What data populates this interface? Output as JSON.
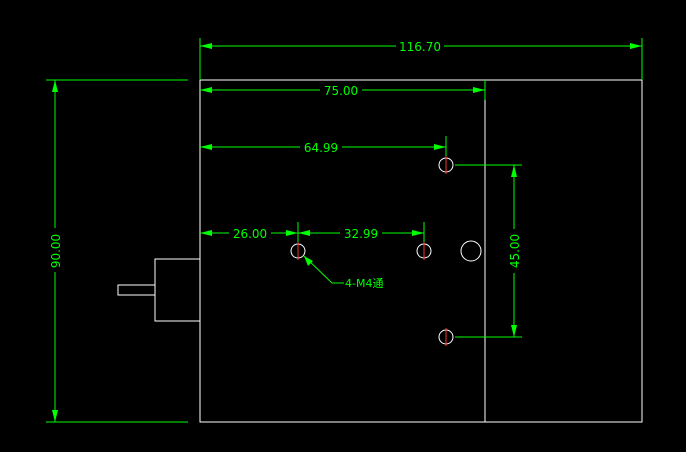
{
  "dimensions": {
    "overall_width": "116.70",
    "body_width": "75.00",
    "hole_to_hole_row": "64.99",
    "left_to_first_hole": "26.00",
    "hole_spacing": "32.99",
    "overall_height": "90.00",
    "vertical_hole_spacing": "45.00"
  },
  "annotation": {
    "hole_callout": "4-M4通"
  },
  "colors": {
    "background": "#000000",
    "geometry": "#ffffff",
    "dimension": "#00ff00",
    "centerline": "#ff3030"
  }
}
